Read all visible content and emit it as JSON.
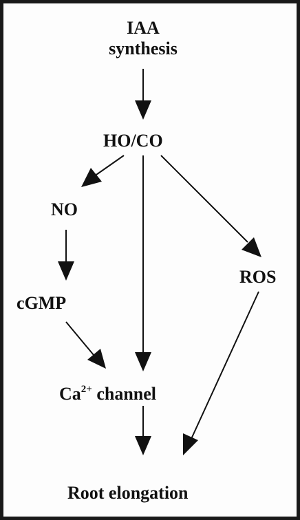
{
  "diagram": {
    "nodes": {
      "iaa": {
        "line1": "IAA",
        "line2": "synthesis"
      },
      "ho_co": "HO/CO",
      "no": "NO",
      "cgmp": "cGMP",
      "ros": "ROS",
      "ca_channel": {
        "prefix": "Ca",
        "superscript": "2+",
        "suffix": " channel"
      },
      "root_elongation": "Root elongation"
    },
    "edges": [
      {
        "from": "IAA synthesis",
        "to": "HO/CO"
      },
      {
        "from": "HO/CO",
        "to": "NO"
      },
      {
        "from": "HO/CO",
        "to": "Ca2+ channel"
      },
      {
        "from": "HO/CO",
        "to": "ROS"
      },
      {
        "from": "NO",
        "to": "cGMP"
      },
      {
        "from": "cGMP",
        "to": "Ca2+ channel"
      },
      {
        "from": "Ca2+ channel",
        "to": "Root elongation"
      },
      {
        "from": "ROS",
        "to": "Root elongation"
      }
    ],
    "colors": {
      "stroke": "#111111",
      "border": "#1a1a1a",
      "background": "#fdfdfd"
    }
  }
}
